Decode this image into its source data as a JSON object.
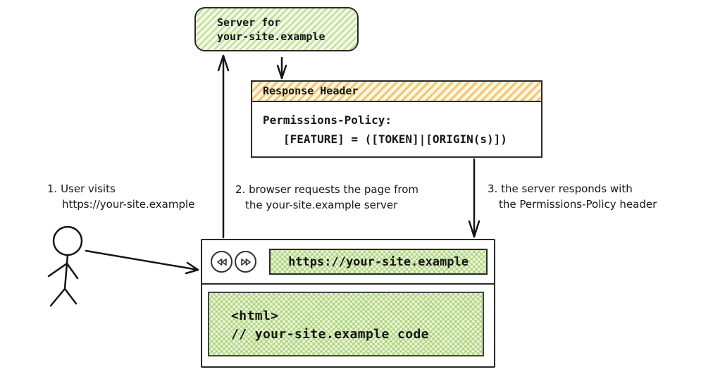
{
  "server_box": {
    "line1": "Server for",
    "line2": "your-site.example"
  },
  "response_header": {
    "title": "Response Header",
    "policy_line1": "Permissions-Policy:",
    "policy_line2": "[FEATURE] = ([TOKEN]|[ORIGIN(s)])"
  },
  "annotations": [
    {
      "line1": "1. User visits",
      "line2": "https://your-site.example"
    },
    {
      "line1": "2. browser requests the page from",
      "line2": "the your-site.example server"
    },
    {
      "line1": "3. the server responds with",
      "line2": "the Permissions-Policy header"
    }
  ],
  "browser": {
    "url": "https://your-site.example",
    "code_line1": "<html>",
    "code_line2": "// your-site.example code",
    "back_icon": "rewind-double-chevron",
    "forward_icon": "fast-forward-double-chevron"
  },
  "colors": {
    "green_hatch": "#9bc968",
    "orange_hatch": "#ecb95a",
    "ink": "#1c1c1c"
  }
}
